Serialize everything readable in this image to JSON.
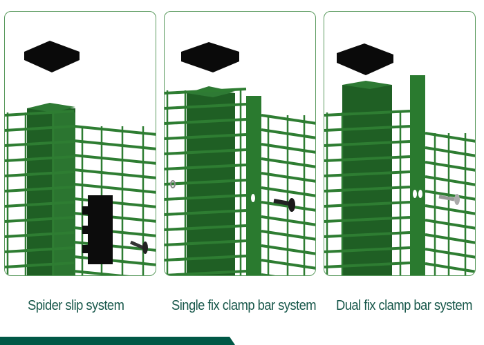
{
  "panels": [
    {
      "caption": "Spider slip system",
      "icon": "fence-post-spider-clamp"
    },
    {
      "caption": "Single fix clamp bar system",
      "icon": "fence-post-single-clamp-bar"
    },
    {
      "caption": "Dual fix clamp bar system",
      "icon": "fence-post-dual-clamp-bar"
    }
  ],
  "colors": {
    "fence_green": "#2e7d32",
    "post_dark": "#1f5f24",
    "caption": "#17574a",
    "bar": "#005846",
    "border": "#5a9a5e"
  }
}
